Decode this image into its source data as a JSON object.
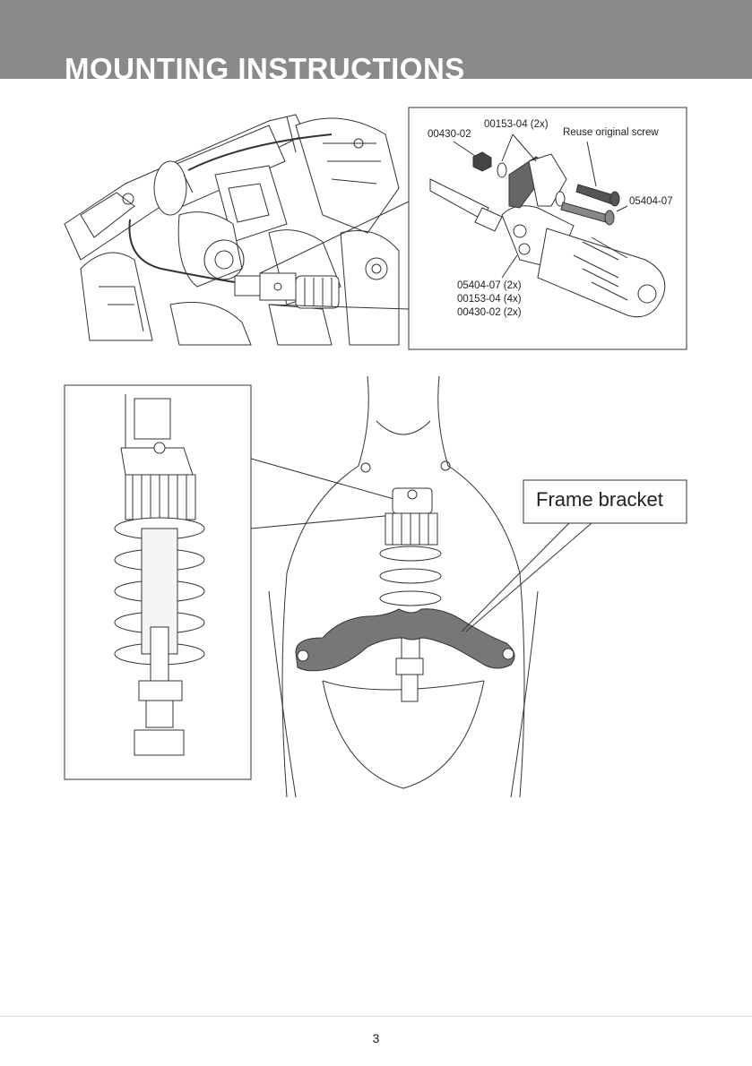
{
  "header": {
    "title": "MOUNTING INSTRUCTIONS"
  },
  "callouts": {
    "washer_part": "00430-02",
    "spacer_part": "00153-04 (2x)",
    "reuse_screw": "Reuse original screw",
    "bolt_part": "05404-07",
    "kit_list": [
      "05404-07 (2x)",
      "00153-04 (4x)",
      "00430-02 (2x)"
    ]
  },
  "frame_bracket_label": "Frame bracket",
  "footer": {
    "page_number": "3"
  },
  "colors": {
    "header_bg": "#8a8a8a",
    "bracket_fill": "#777777",
    "line": "#333333"
  },
  "icons": [
    "motorcycle-engine-drawing",
    "shock-absorber-drawing",
    "frame-drawing",
    "bolt-icon"
  ]
}
